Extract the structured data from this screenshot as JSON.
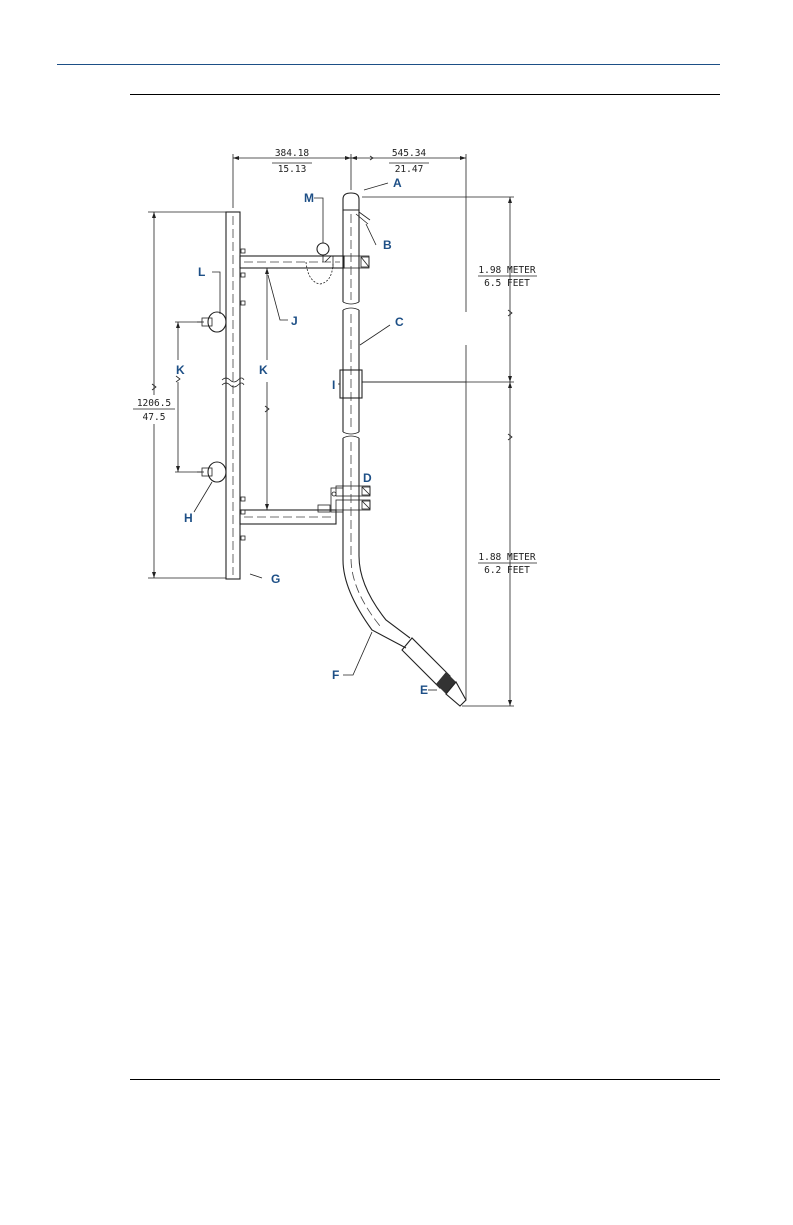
{
  "dimensions": {
    "top_left_mm": "384.18",
    "top_left_in": "15.13",
    "top_right_mm": "545.34",
    "top_right_in": "21.47",
    "left_height_mm": "1206.5",
    "left_height_in": "47.5",
    "upper_len_m": "1.98 METER",
    "upper_len_ft": "6.5 FEET",
    "lower_len_m": "1.88 METER",
    "lower_len_ft": "6.2 FEET"
  },
  "callouts": {
    "A": "A",
    "B": "B",
    "C": "C",
    "D": "D",
    "E": "E",
    "F": "F",
    "G": "G",
    "H": "H",
    "I": "I",
    "J": "J",
    "K1": "K",
    "K2": "K",
    "L": "L",
    "M": "M"
  },
  "colors": {
    "accent": "#1d4f86",
    "line": "#222222"
  }
}
